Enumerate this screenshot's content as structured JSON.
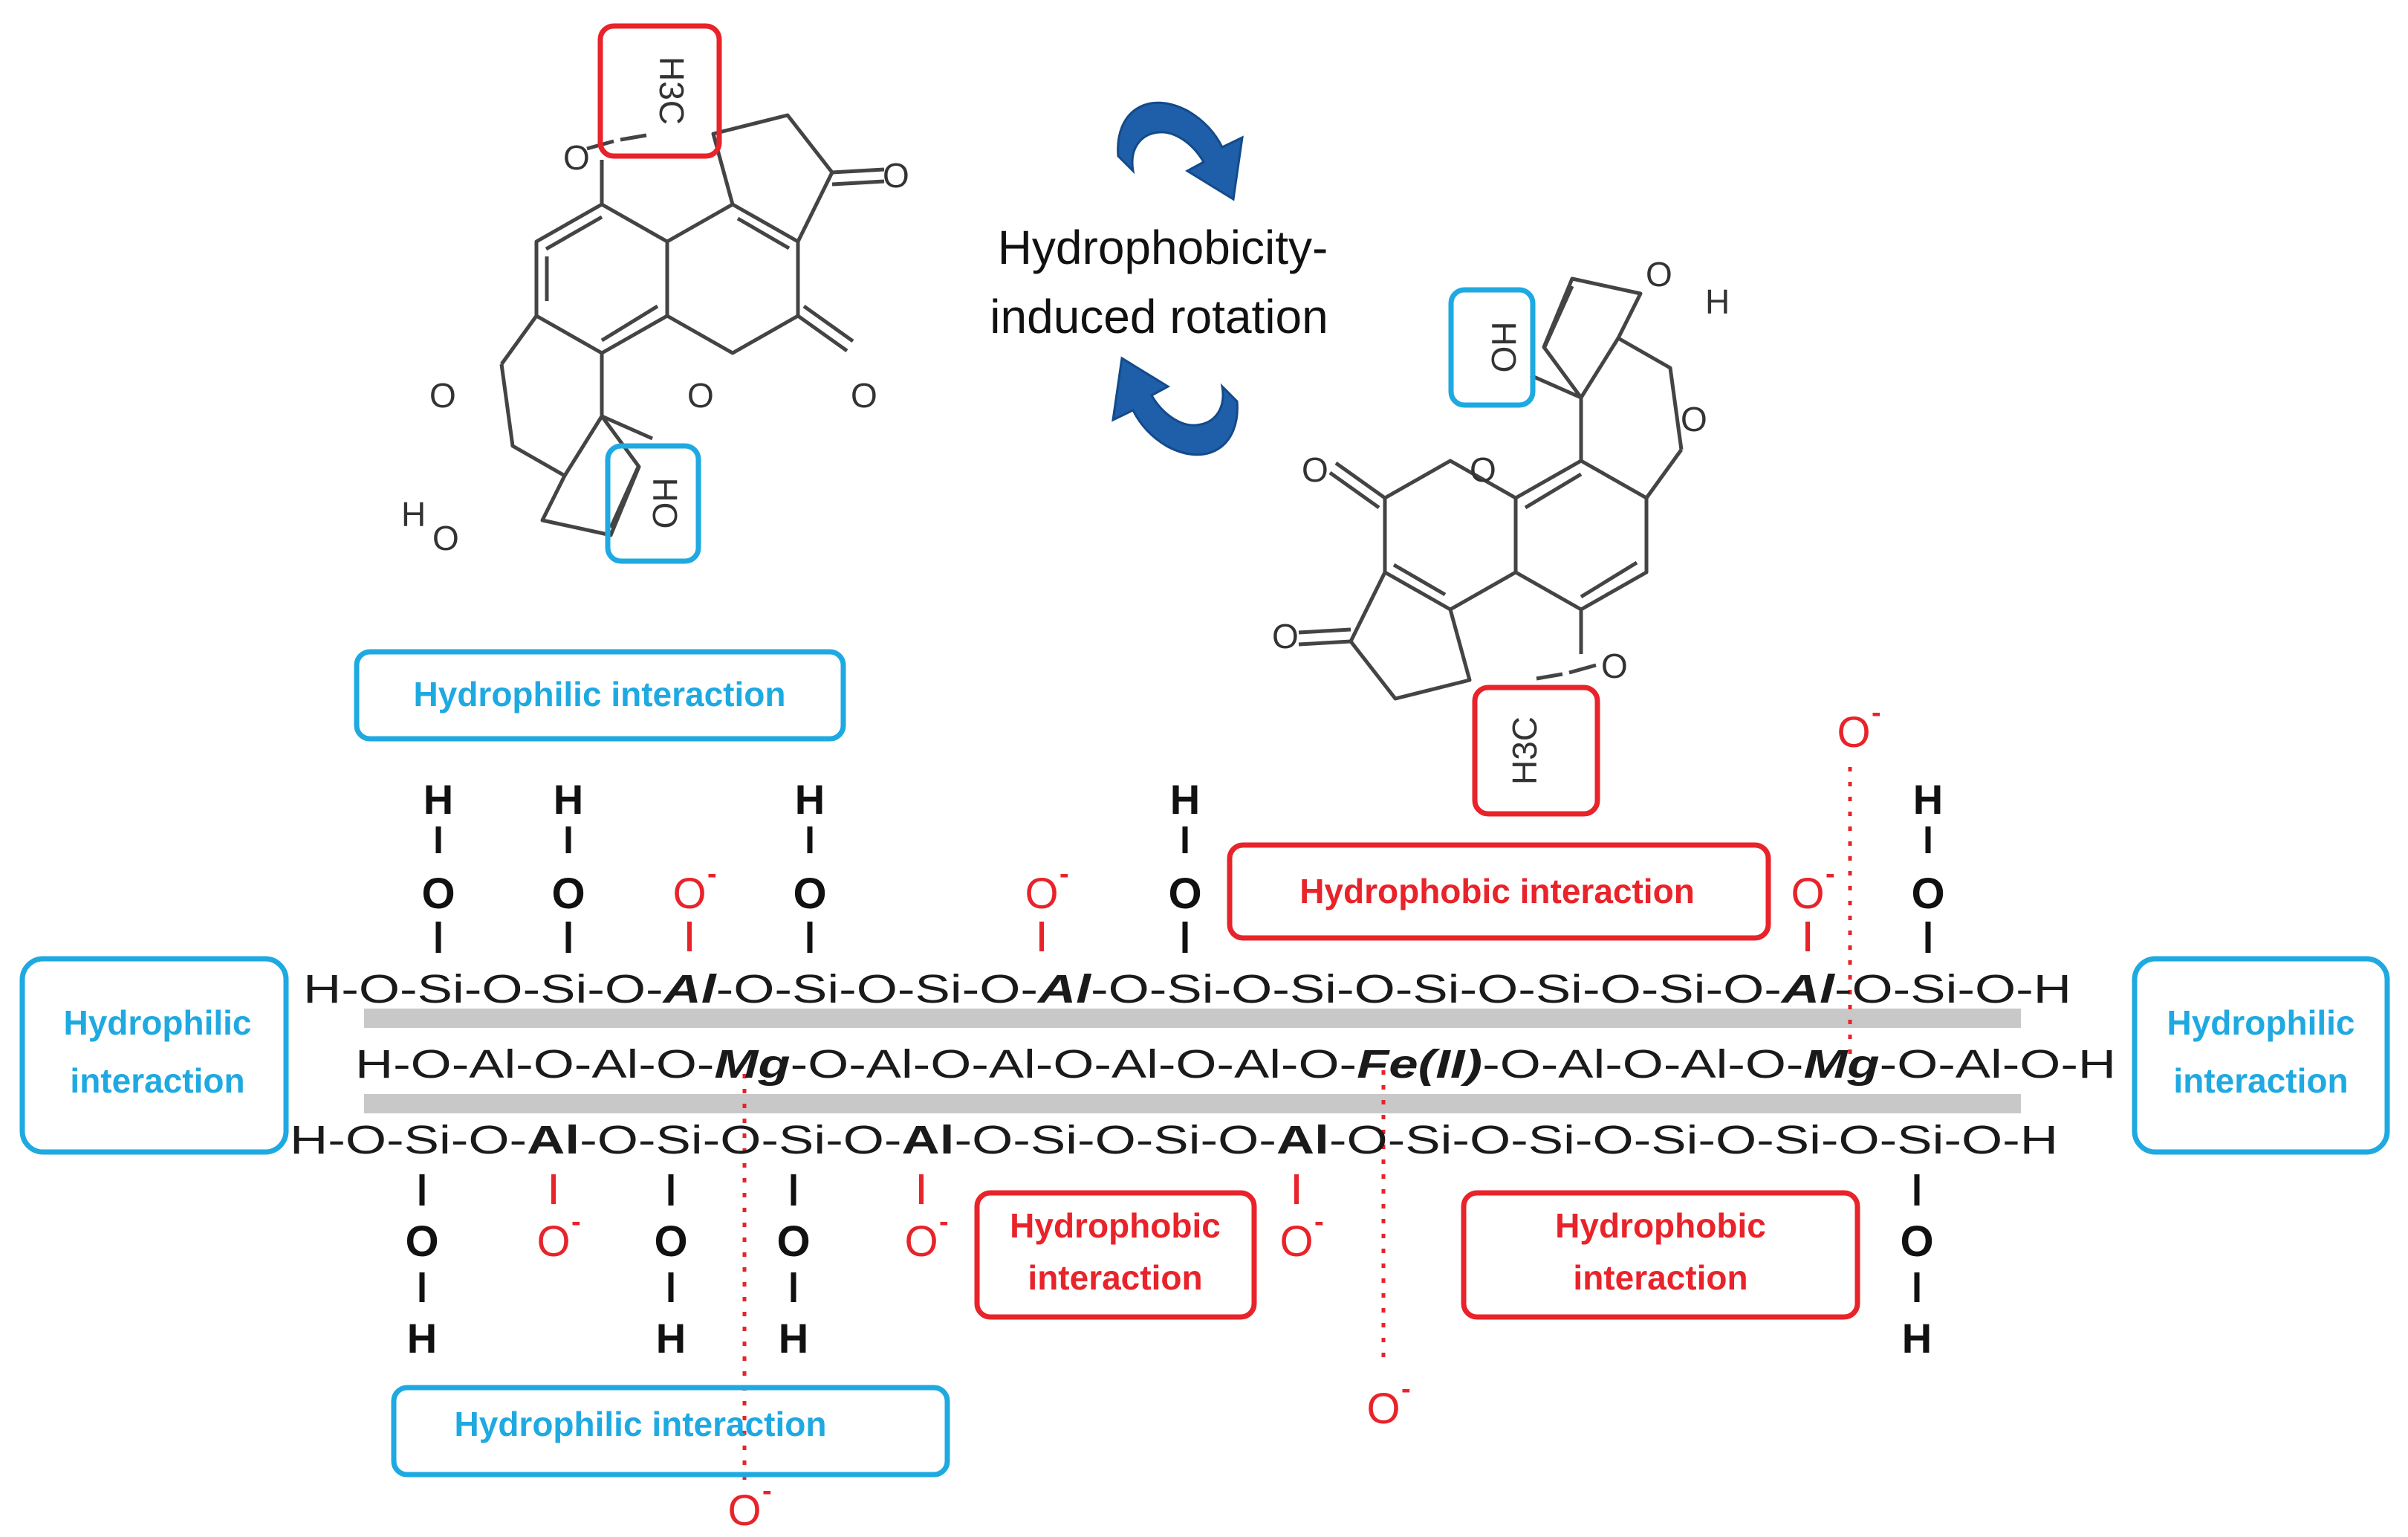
{
  "rotation_label": [
    "Hydrophobicity-",
    "induced rotation"
  ],
  "labels": {
    "hydrophilic": "Hydrophilic interaction",
    "hydrophilic_line1": "Hydrophilic",
    "hydrophilic_line2": "interaction",
    "hydrophobic": "Hydrophobic interaction",
    "hydrophobic_line1": "Hydrophobic",
    "hydrophobic_line2": "interaction"
  },
  "molecule_groups": {
    "methyl": "H3C",
    "hydroxyl": "HO",
    "hydrogen": "H",
    "oxygen": "O"
  },
  "ion": {
    "oxygen": "O",
    "charge": "-"
  },
  "hydroxyl_stub": {
    "oxygen": "O",
    "hydrogen": "H"
  },
  "layers": {
    "tetrahedral_top": [
      {
        "t": "H-O-Si-O-Si-O-",
        "s": "n"
      },
      {
        "t": "Al",
        "s": "bi"
      },
      {
        "t": "-O-Si-O-Si-O-",
        "s": "n"
      },
      {
        "t": "Al",
        "s": "bi"
      },
      {
        "t": "-O-Si-O-Si-O-Si-O-Si-O-Si-O-",
        "s": "n"
      },
      {
        "t": "Al",
        "s": "bi"
      },
      {
        "t": "-O-Si-O-H",
        "s": "n"
      }
    ],
    "octahedral": [
      {
        "t": "H-O-Al-O-Al-O-",
        "s": "n"
      },
      {
        "t": "Mg",
        "s": "bi"
      },
      {
        "t": "-O-Al-O-Al-O-Al-O-Al-O-",
        "s": "n"
      },
      {
        "t": "Fe(II)",
        "s": "bi"
      },
      {
        "t": "-O-Al-O-Al-O-",
        "s": "n"
      },
      {
        "t": "Mg",
        "s": "bi"
      },
      {
        "t": "-O-Al-O-H",
        "s": "n"
      }
    ],
    "tetrahedral_bottom": [
      {
        "t": "H-O-Si-O-",
        "s": "n"
      },
      {
        "t": "Al",
        "s": "b"
      },
      {
        "t": "-O-Si-O-Si-O-",
        "s": "n"
      },
      {
        "t": "Al",
        "s": "b"
      },
      {
        "t": "-O-Si-O-Si-O-",
        "s": "n"
      },
      {
        "t": "Al",
        "s": "b"
      },
      {
        "t": "-O-Si-O-Si-O-Si-O-Si-O-Si-O-H",
        "s": "n"
      }
    ]
  },
  "colors": {
    "hydrophilic": "#1fa9e1",
    "hydrophobic": "#e8232a",
    "arrow": "#1f5ea8",
    "layer_band": "#c8c8c8"
  }
}
